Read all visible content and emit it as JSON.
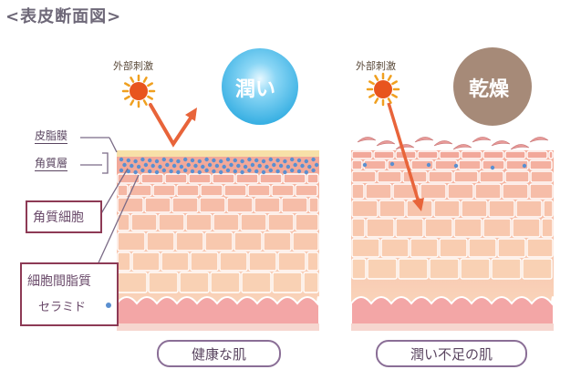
{
  "title": "<表皮断面図>",
  "stimulus_label_left": "外部刺激",
  "stimulus_label_right": "外部刺激",
  "badge_left": "潤い",
  "badge_right": "乾燥",
  "labels": {
    "sebum_membrane": "皮脂膜",
    "stratum_corneum": "角質層",
    "corneocyte": "角質細胞",
    "intercellular_lipid": "細胞間脂質",
    "ceramide": "セラミド"
  },
  "captions": {
    "left": "健康な肌",
    "right": "潤い不足の肌"
  },
  "colors": {
    "skin_top": "#f6b5a2",
    "skin_bottom": "#f9d2b6",
    "cell_line": "#ffffff",
    "ceramide_dot": "#5a8fd0",
    "badge_moist": "#3fb6e6",
    "badge_dry": "#a68a78",
    "arrow": "#e8643a",
    "sun": "#f08a1e",
    "label_box": "#8d3a55"
  }
}
